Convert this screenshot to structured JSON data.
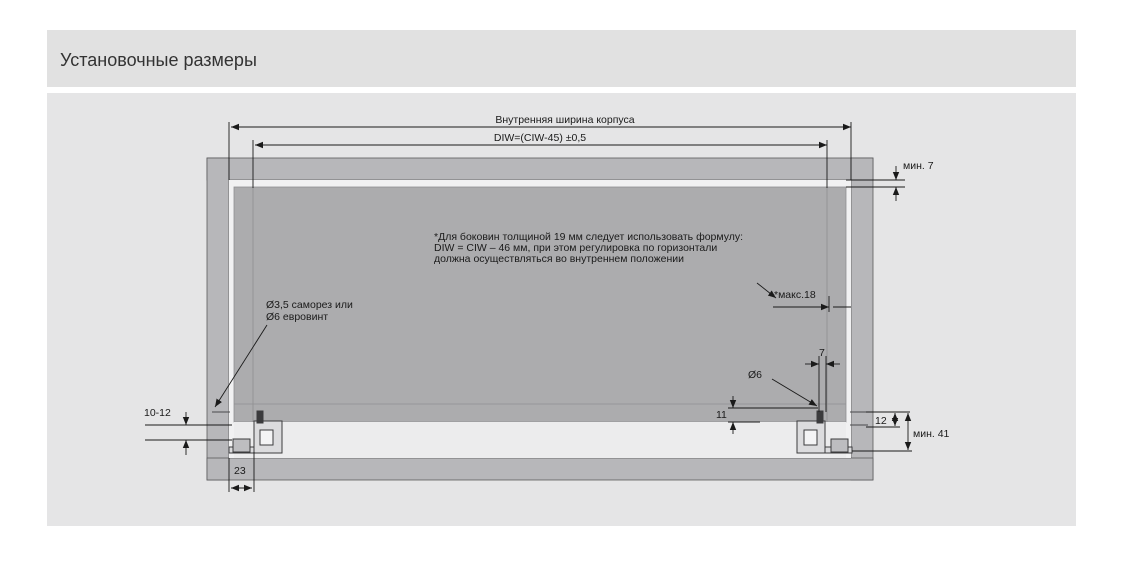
{
  "header": {
    "title": "Установочные размеры"
  },
  "labels": {
    "inner_width": "Внутренняя ширина корпуса",
    "diw_formula": "DIW=(CIW-45) ±0,5",
    "min7": "мин. 7",
    "note": [
      "*Для боковин толщиной 19 мм следует использовать формулу:",
      "DIW = CIW – 46 мм, при этом регулировка по горизонтали",
      "должна осуществляться во внутреннем положении"
    ],
    "max18": "*макс.18",
    "screw": [
      "Ø3,5 саморез или",
      "Ø6 евровинт"
    ],
    "dim_7": "7",
    "dim_d6": "Ø6",
    "dim_10_12": "10-12",
    "dim_11": "11",
    "dim_12": "12",
    "min41": "мин. 41",
    "dim_23": "23"
  },
  "colors": {
    "header_bg": "#e1e1e1",
    "panel_bg": "#e5e5e6",
    "cabinet_side": "#b7b7ba",
    "drawer": "#acacae",
    "line": "#1a1a1a"
  }
}
